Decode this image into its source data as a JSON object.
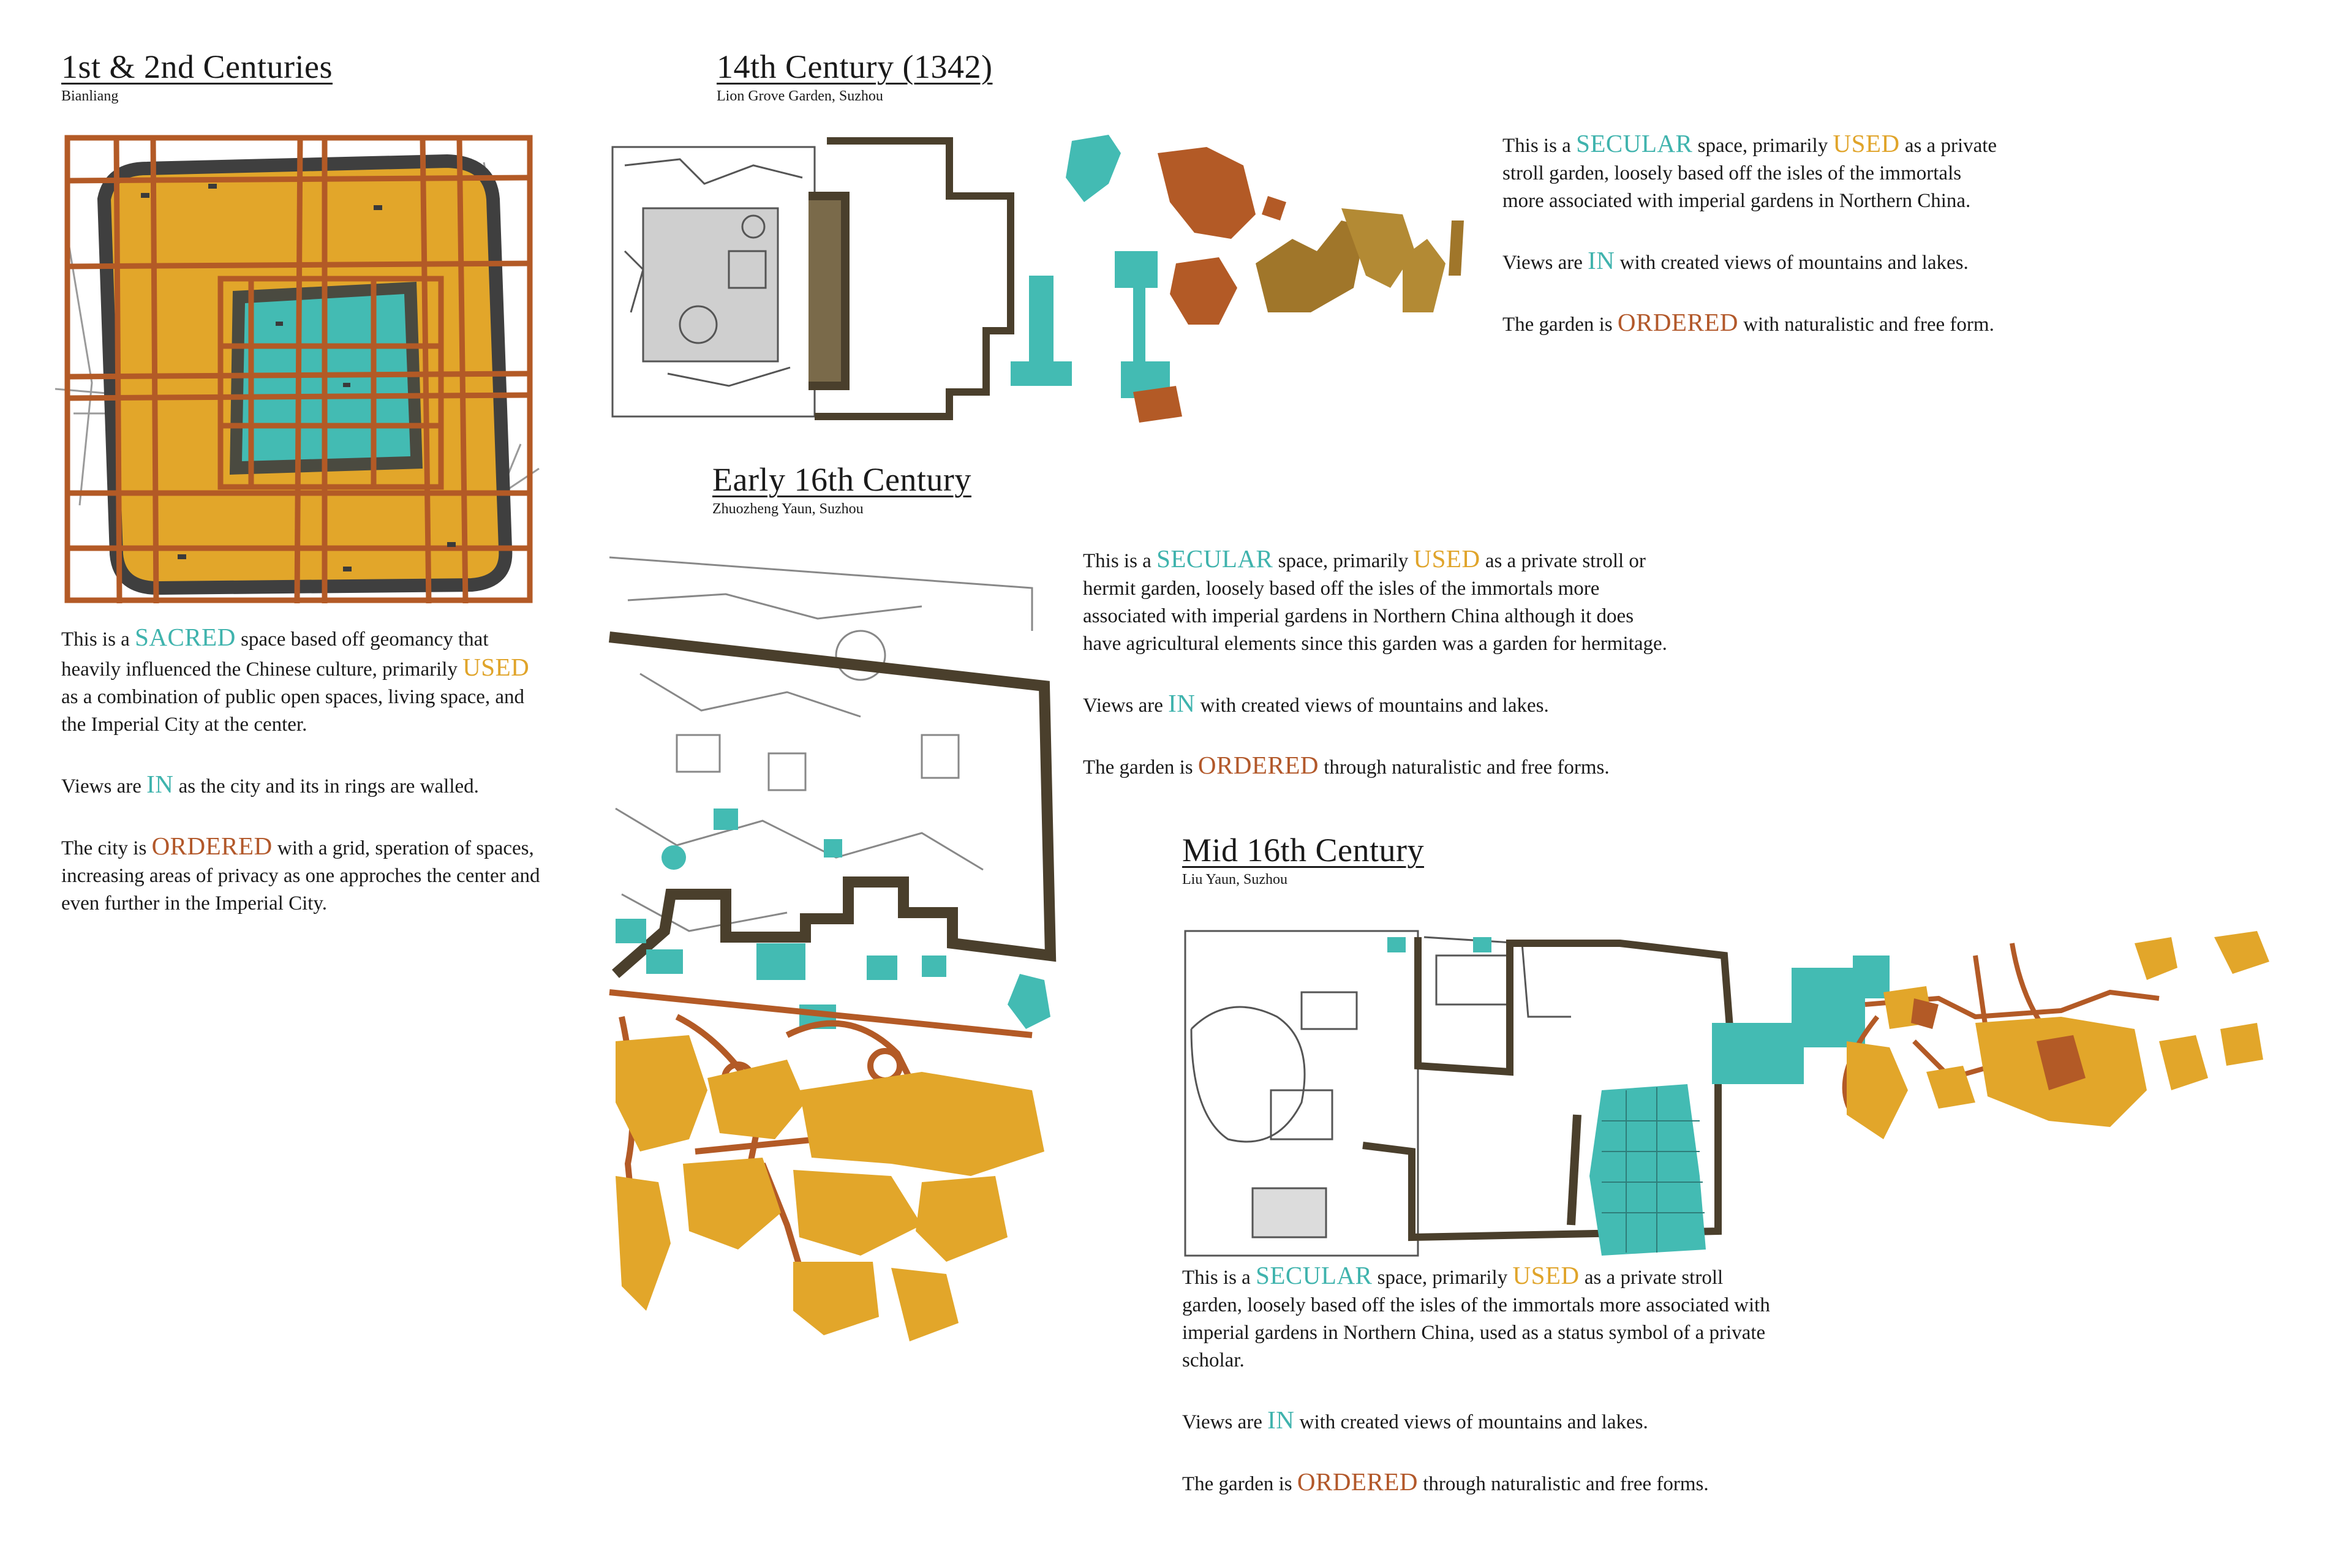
{
  "colors": {
    "teal": "#43bbb3",
    "gold": "#e2a62a",
    "rust": "#b35a26",
    "dark": "#4a3f2c",
    "line": "#9a9a9a"
  },
  "sections": {
    "s1": {
      "title": "1st & 2nd Centuries",
      "subtitle": "Bianliang",
      "p1": {
        "a": "This is a ",
        "k1": "SACRED",
        "b": " space based off geomancy that heavily influenced the Chinese culture, primarily ",
        "k2": "USED",
        "c": " as a combination of public open spaces, living space, and the Imperial City at the center."
      },
      "p2": {
        "a": "Views are ",
        "k": "IN",
        "b": " as the city and its in rings are walled."
      },
      "p3": {
        "a": "The city is ",
        "k": "ORDERED",
        "b": " with a grid, speration of spaces, increasing areas of privacy as one approches the center and even further in the Imperial City."
      }
    },
    "s2": {
      "title": "14th Century (1342)",
      "subtitle": "Lion Grove Garden, Suzhou",
      "p1": {
        "a": "This is a ",
        "k1": "SECULAR",
        "b": " space, primarily ",
        "k2": "USED",
        "c": " as a private stroll garden, loosely based off the isles of the immortals more associated with imperial gardens in Northern China."
      },
      "p2": {
        "a": "Views are ",
        "k": "IN",
        "b": " with created views of mountains and lakes."
      },
      "p3": {
        "a": "The garden is ",
        "k": "ORDERED",
        "b": " with naturalistic and free form."
      }
    },
    "s3": {
      "title": "Early 16th Century",
      "subtitle": "Zhuozheng Yaun, Suzhou",
      "p1": {
        "a": "This is a ",
        "k1": "SECULAR",
        "b": " space, primarily ",
        "k2": "USED",
        "c": " as a private stroll or hermit garden, loosely based off the isles of the immortals more associated with imperial gardens in Northern China although it does have agricultural elements since this garden was a garden for hermitage."
      },
      "p2": {
        "a": "Views are ",
        "k": "IN",
        "b": " with created views of mountains and lakes."
      },
      "p3": {
        "a": "The garden is ",
        "k": "ORDERED",
        "b": " through naturalistic and free forms."
      }
    },
    "s4": {
      "title": "Mid 16th Century",
      "subtitle": "Liu Yaun, Suzhou",
      "p1": {
        "a": "This is a ",
        "k1": "SECULAR",
        "b": " space, primarily ",
        "k2": "USED",
        "c": " as a private stroll garden, loosely based off the isles of the immortals more associated with imperial gardens in Northern China, used as a status symbol of a private scholar."
      },
      "p2": {
        "a": "Views are ",
        "k": "IN",
        "b": " with created views of mountains and lakes."
      },
      "p3": {
        "a": "The garden is ",
        "k": "ORDERED",
        "b": " through naturalistic and free forms."
      }
    }
  }
}
